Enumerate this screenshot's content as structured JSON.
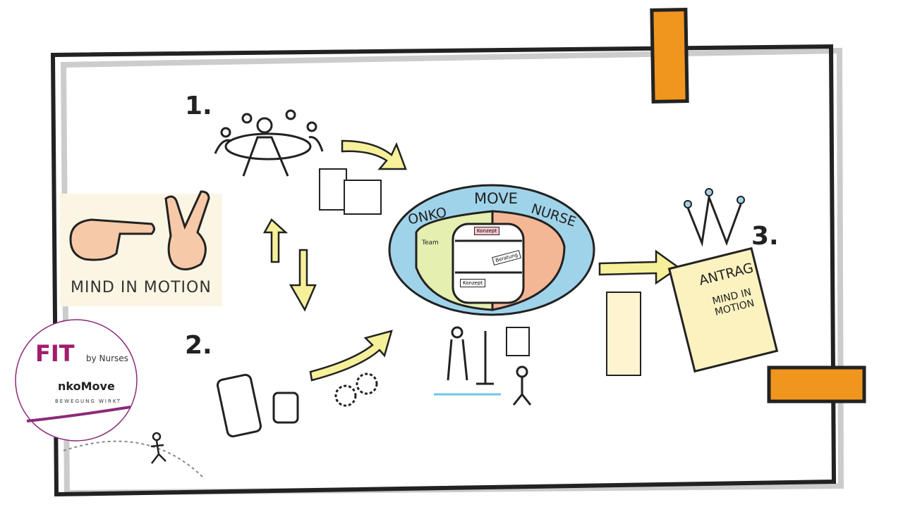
{
  "steps": {
    "one": "1.",
    "two": "2.",
    "three": "3."
  },
  "mind_in_motion": {
    "caption": "MIND IN MOTION"
  },
  "center_oval": {
    "word1": "ONKO",
    "word2": "MOVE",
    "word3": "NURSE",
    "team": "Team",
    "card1": "Konzept",
    "card2": "Beratung",
    "card3": "Konzept"
  },
  "antrag": {
    "title": "ANTRAG",
    "line1": "MIND IN",
    "line2": "MOTION"
  },
  "logo": {
    "fit": "FIT",
    "by_nurses": "by Nurses",
    "onkomove": "nkoMove",
    "tagline": "BEWEGUNG WIRKT"
  },
  "colors": {
    "frame": "#222222",
    "tape": "#f0961e",
    "arrow": "#f6f09a",
    "blue": "#9fd3ea",
    "green": "#e4efb0",
    "red": "#f4b795",
    "purple": "#8c2a78"
  }
}
